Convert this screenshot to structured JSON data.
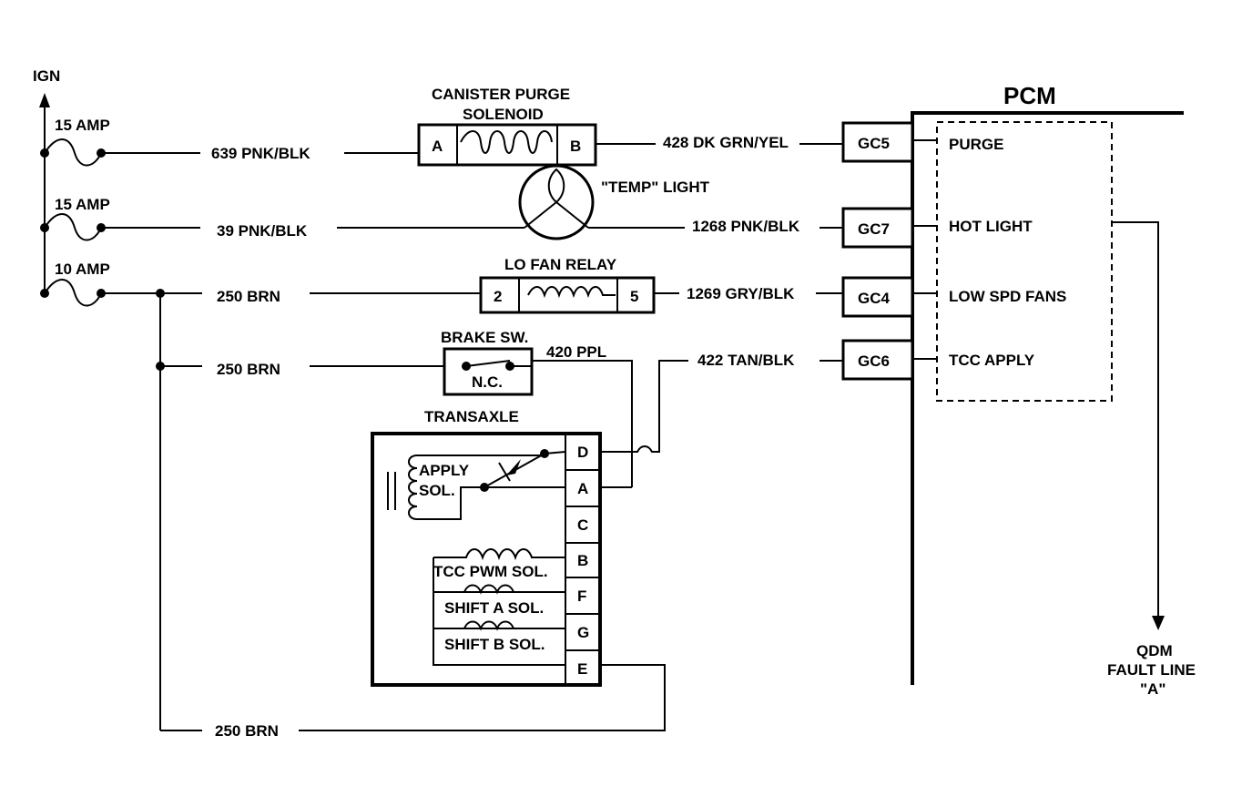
{
  "ign": "IGN",
  "fuses": {
    "f1": "15 AMP",
    "f2": "15 AMP",
    "f3": "10 AMP"
  },
  "wires": {
    "w639": "639 PNK/BLK",
    "w39": "39 PNK/BLK",
    "w250a": "250 BRN",
    "w250b": "250 BRN",
    "w250c": "250 BRN",
    "w428": "428 DK GRN/YEL",
    "w1268": "1268 PNK/BLK",
    "w1269": "1269 GRY/BLK",
    "w422": "422 TAN/BLK",
    "w420": "420 PPL"
  },
  "canister": {
    "line1": "CANISTER PURGE",
    "line2": "SOLENOID",
    "pin_a": "A",
    "pin_b": "B"
  },
  "temp_light": "\"TEMP\" LIGHT",
  "fan_relay": {
    "title": "LO FAN RELAY",
    "pin_2": "2",
    "pin_5": "5"
  },
  "brake_sw": {
    "title": "BRAKE SW.",
    "nc": "N.C."
  },
  "transaxle": {
    "title": "TRANSAXLE",
    "apply1": "APPLY",
    "apply2": "SOL.",
    "tcc_pwm": "TCC PWM SOL.",
    "shift_a": "SHIFT A SOL.",
    "shift_b": "SHIFT B SOL.",
    "pins": [
      "D",
      "A",
      "C",
      "B",
      "F",
      "G",
      "E"
    ]
  },
  "pcm": {
    "title": "PCM",
    "connectors": {
      "gc5": "GC5",
      "gc7": "GC7",
      "gc4": "GC4",
      "gc6": "GC6"
    },
    "signals": {
      "purge": "PURGE",
      "hot_light": "HOT LIGHT",
      "low_spd_fans": "LOW SPD FANS",
      "tcc_apply": "TCC APPLY"
    }
  },
  "qdm": {
    "line1": "QDM",
    "line2": "FAULT LINE",
    "line3": "\"A\""
  }
}
